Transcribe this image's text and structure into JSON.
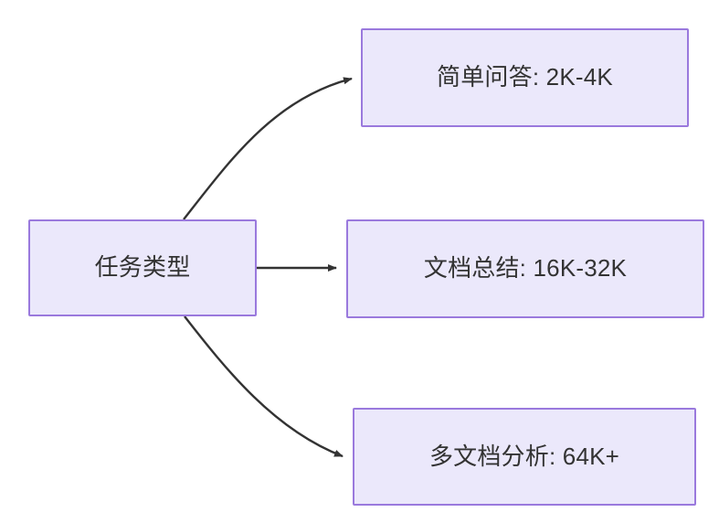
{
  "diagram": {
    "type": "flowchart",
    "direction": "left-to-right",
    "background_color": "#ffffff",
    "node_fill_color": "#ebe8fb",
    "node_border_color": "#9a79dd",
    "node_text_color": "#333333",
    "edge_color": "#333333",
    "nodes": [
      {
        "id": "root",
        "label": "任务类型"
      },
      {
        "id": "simple_qa",
        "label": "简单问答: 2K-4K"
      },
      {
        "id": "doc_summary",
        "label": "文档总结: 16K-32K"
      },
      {
        "id": "multi_doc",
        "label": "多文档分析: 64K+"
      }
    ],
    "edges": [
      {
        "from": "root",
        "to": "simple_qa",
        "style": "curved",
        "arrowhead": "filled-triangle"
      },
      {
        "from": "root",
        "to": "doc_summary",
        "style": "straight",
        "arrowhead": "filled-triangle"
      },
      {
        "from": "root",
        "to": "multi_doc",
        "style": "curved",
        "arrowhead": "filled-triangle"
      }
    ]
  }
}
